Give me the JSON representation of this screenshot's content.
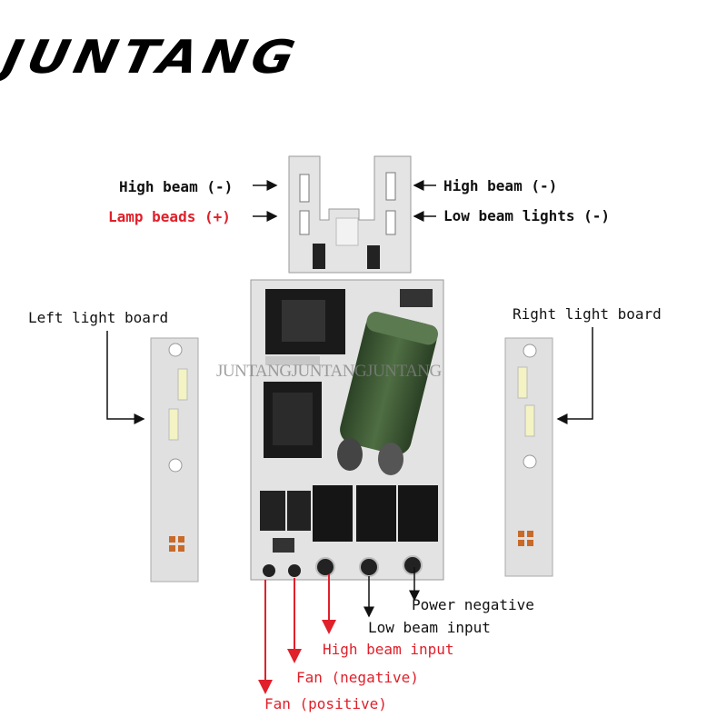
{
  "brand": {
    "name": "JUNTANG"
  },
  "watermark": {
    "text": "JUNTANGJUNTANGJUNTANG"
  },
  "labels": {
    "high_beam_left": "High beam (-)",
    "lamp_beads": "Lamp beads (+)",
    "high_beam_right": "High beam (-)",
    "low_beam_lights": "Low beam lights (-)",
    "left_board": "Left light board",
    "right_board": "Right light board",
    "power_negative": "Power negative",
    "low_beam_input": "Low beam input",
    "high_beam_input": "High beam input",
    "fan_negative": "Fan (negative)",
    "fan_positive": "Fan (positive)"
  },
  "colors": {
    "red": "#e0202a",
    "pcb": "#e6e6e6",
    "capacitor": "#3d5a34"
  }
}
